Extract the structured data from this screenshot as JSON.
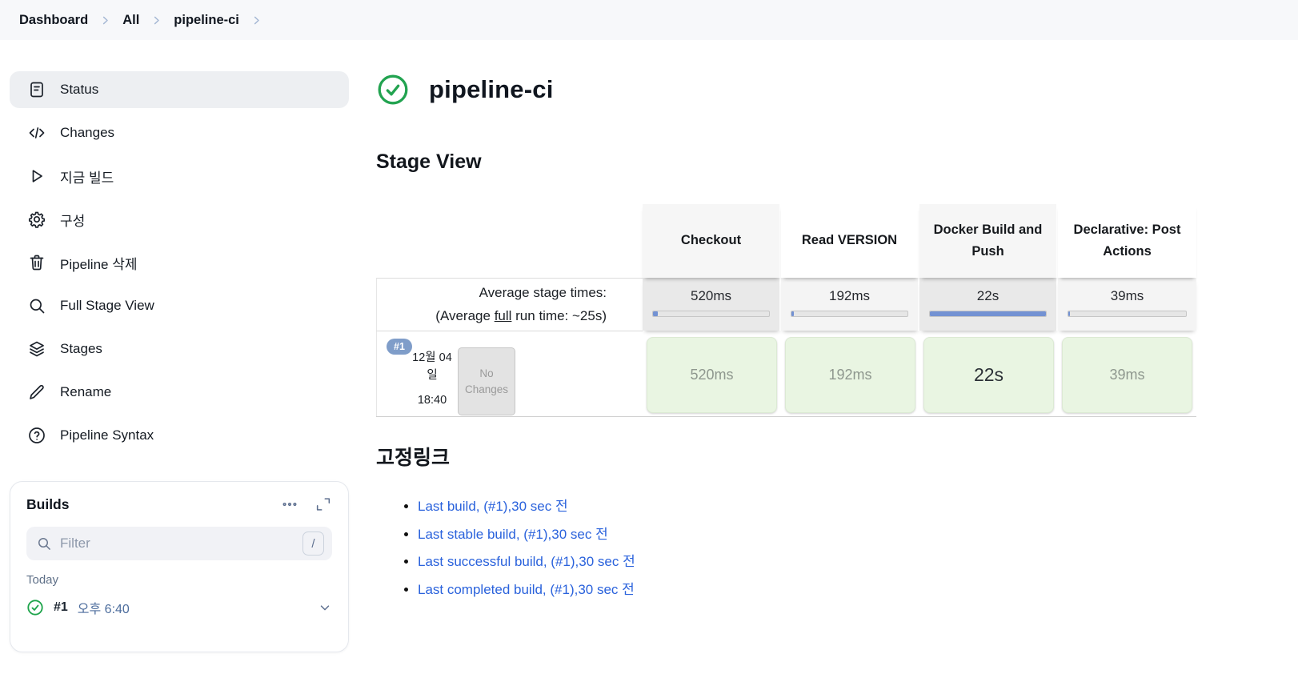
{
  "breadcrumb": {
    "items": [
      "Dashboard",
      "All",
      "pipeline-ci"
    ]
  },
  "sidebar": {
    "items": [
      {
        "label": "Status",
        "icon": "document-icon",
        "active": true
      },
      {
        "label": "Changes",
        "icon": "code-icon"
      },
      {
        "label": "지금 빌드",
        "icon": "play-icon"
      },
      {
        "label": "구성",
        "icon": "gear-icon"
      },
      {
        "label": "Pipeline 삭제",
        "icon": "trash-icon"
      },
      {
        "label": "Full Stage View",
        "icon": "magnifier-icon"
      },
      {
        "label": "Stages",
        "icon": "layers-icon"
      },
      {
        "label": "Rename",
        "icon": "pencil-icon"
      },
      {
        "label": "Pipeline Syntax",
        "icon": "question-icon"
      }
    ]
  },
  "builds_panel": {
    "title": "Builds",
    "filter_placeholder": "Filter",
    "shortcut_key": "/",
    "group_label": "Today",
    "build": {
      "number": "#1",
      "time": "오후 6:40",
      "status": "success"
    }
  },
  "main": {
    "title": "pipeline-ci",
    "status": "success",
    "section_stage_view": "Stage View",
    "avg_label_line1": "Average stage times:",
    "avg_line2_pre": "(Average ",
    "avg_line2_underlined": "full",
    "avg_line2_post": " run time: ~25s)",
    "stages": [
      {
        "name": "Checkout",
        "avg": "520ms",
        "duration": "520ms",
        "bar_pct": 4
      },
      {
        "name": "Read VERSION",
        "avg": "192ms",
        "duration": "192ms",
        "bar_pct": 2
      },
      {
        "name": "Docker Build and Push",
        "avg": "22s",
        "duration": "22s",
        "bar_pct": 100
      },
      {
        "name": "Declarative: Post Actions",
        "avg": "39ms",
        "duration": "39ms",
        "bar_pct": 1.5
      }
    ],
    "build_row": {
      "badge": "#1",
      "date_line1": "12월 04",
      "date_line2": "일",
      "time": "18:40",
      "changes": "No Changes"
    },
    "section_permalinks": "고정링크",
    "permalinks": [
      "Last build, (#1),30 sec 전",
      "Last stable build, (#1),30 sec 전",
      "Last successful build, (#1),30 sec 전",
      "Last completed build, (#1),30 sec 전"
    ]
  },
  "colors": {
    "success_green": "#22a350",
    "link_blue": "#2a62dc",
    "bar_blue": "#7392d3",
    "badge_blue": "#7f9dc9",
    "cell_green": "#e9f5e2",
    "topbar_bg": "#f7f8fa"
  }
}
